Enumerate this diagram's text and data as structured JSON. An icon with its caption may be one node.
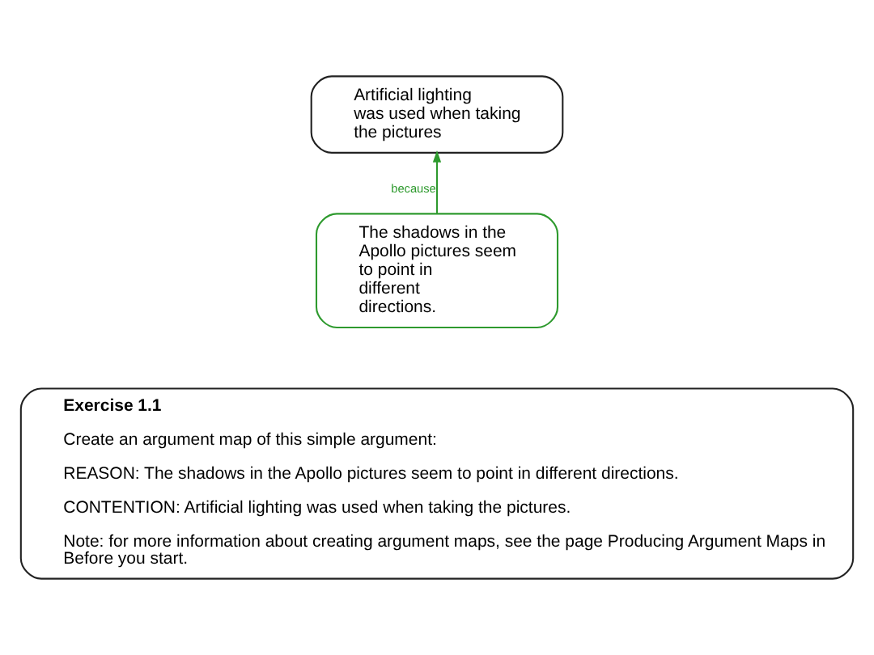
{
  "diagram": {
    "nodes": [
      {
        "text": [
          "Artificial lighting was used when taking the pictures"
        ]
      },
      {
        "text": [
          "The shadows in the Apollo pictures seem to point in different directions."
        ]
      },
      {
        "text": [
          "Exercise 1.1",
          "Create an argument map of this simple argument:",
          "REASON: The shadows in the Apollo pictures seem to point in different directions.",
          "CONTENTION: Artificial lighting was used when taking the pictures.",
          "Note: for more information about creating argument maps, see the page Producing Argument Maps in Before you start."
        ]
      }
    ],
    "edges": [
      {
        "from": 1,
        "to": 0,
        "arrow": "to",
        "label": "because",
        "color": "#2e9a2e"
      }
    ]
  }
}
